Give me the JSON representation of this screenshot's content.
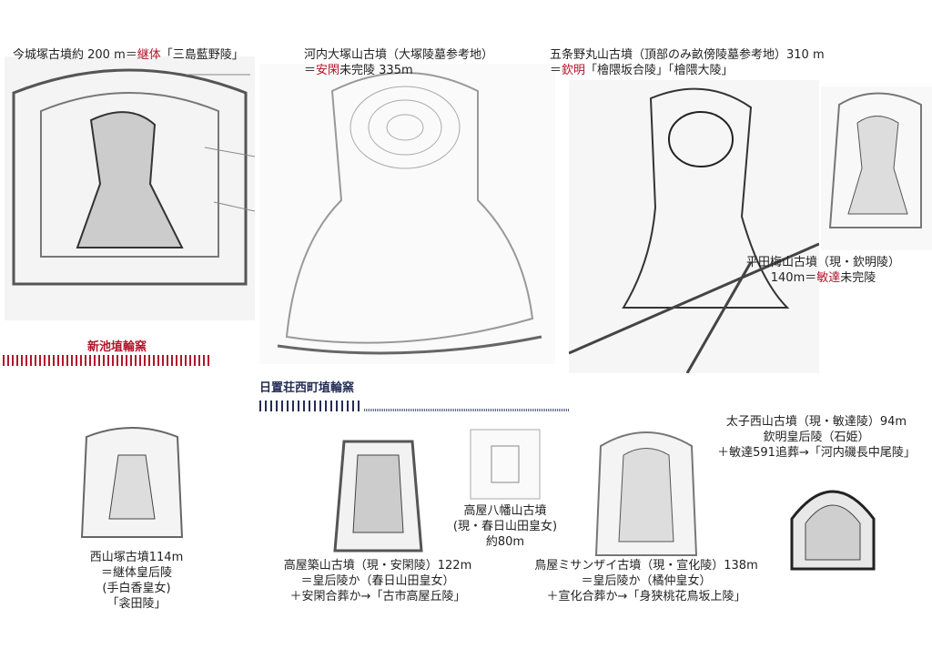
{
  "colors": {
    "emperor_red": "#b0152a",
    "navy": "#232c55"
  },
  "top": {
    "imashirozuka": {
      "pre": "今城塚古墳約 200 m＝",
      "red": "継体",
      "post": "「三島藍野陵」"
    },
    "kawachi_otsuka": {
      "line1": "河内大塚山古墳（大塚陵墓参考地）",
      "pre": "＝",
      "red": "安閑",
      "post": "未完陵 335m"
    },
    "gojono_maruyama": {
      "line1": "五条野丸山古墳（頂部のみ畝傍陵墓参考地）310 m",
      "pre": "＝",
      "red": "欽明",
      "post": "「檜隈坂合陵」「檜隈大陵」"
    },
    "hirata_umeyama": {
      "line1": "平田梅山古墳（現・欽明陵）",
      "pre": "140m＝",
      "red": "敏達",
      "post": "未完陵"
    }
  },
  "kilns": {
    "shinike": "新池埴輪窯",
    "hiokisho": "日置荘西町埴輪窯"
  },
  "bottom": {
    "nishiyamazuka": [
      "西山塚古墳114m",
      "＝継体皇后陵",
      "(手白香皇女)",
      "「衾田陵」"
    ],
    "takaya_hachiman": [
      "高屋八幡山古墳",
      "(現・春日山田皇女)",
      "約80m"
    ],
    "takaya_tsukiyama": [
      "高屋築山古墳（現・安閑陵）122m",
      "＝皇后陵か（春日山田皇女）",
      "＋安閑合葬か→「古市高屋丘陵」"
    ],
    "toriya_misanzai": [
      "鳥屋ミサンザイ古墳（現・宣化陵）138m",
      "＝皇后陵か（橘仲皇女）",
      "＋宣化合葬か→「身狭桃花鳥坂上陵」"
    ],
    "taishi_nishiyama": [
      "太子西山古墳（現・敏達陵）94m",
      "欽明皇后陵（石姫）",
      "＋敏達591追葬→「河内磯長中尾陵」"
    ]
  }
}
